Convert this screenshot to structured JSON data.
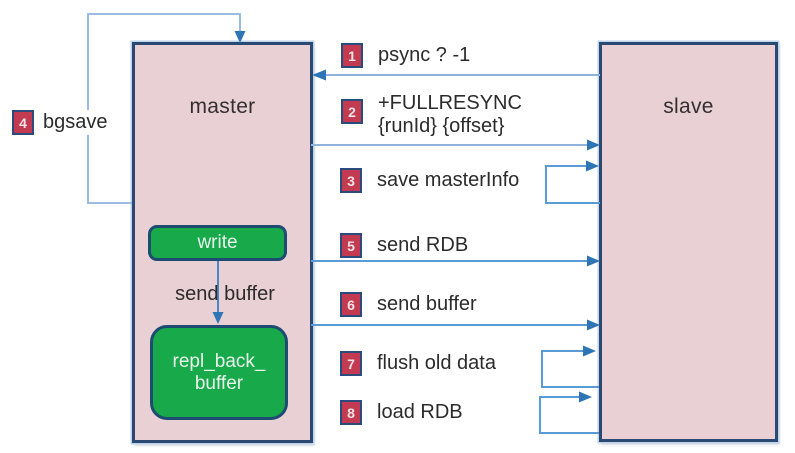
{
  "nodes": {
    "master": {
      "label": "master"
    },
    "slave": {
      "label": "slave"
    },
    "write": {
      "label": "write"
    },
    "repl_buffer": {
      "line1": "repl_back_",
      "line2": "buffer"
    },
    "send_buffer_arrow": {
      "label": "send buffer"
    }
  },
  "steps": [
    {
      "num": "1",
      "label": "psync ? -1"
    },
    {
      "num": "2",
      "label": "+FULLRESYNC",
      "label2": "{runId} {offset}"
    },
    {
      "num": "3",
      "label": "save masterInfo"
    },
    {
      "num": "4",
      "label": "bgsave"
    },
    {
      "num": "5",
      "label": "send RDB"
    },
    {
      "num": "6",
      "label": "send buffer"
    },
    {
      "num": "7",
      "label": "flush old data"
    },
    {
      "num": "8",
      "label": "load RDB"
    }
  ],
  "colors": {
    "node_fill": "#e9d0d4",
    "node_border": "#2a4a73",
    "green_fill": "#17a94a",
    "green_border": "#1d4b72",
    "badge_fill": "#c23b50",
    "badge_border": "#2b4a7d",
    "line_blue": "#5b9bd5",
    "line_blue_light": "#8fb3de",
    "arrowhead_blue": "#2e75b6",
    "text_dark": "#2b2b2b"
  }
}
